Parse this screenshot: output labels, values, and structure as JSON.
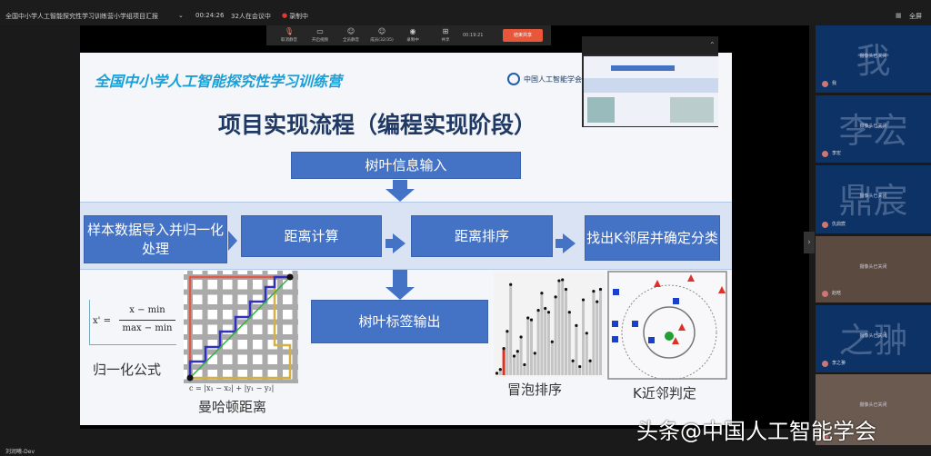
{
  "topbar": {
    "meeting_title": "全国中小学人工智能探究性学习训练营小学组项目汇报",
    "duration": "00:24:26",
    "participants": "32人在会议中",
    "recording": "录制中",
    "fullscreen": "全屏"
  },
  "toolbar": {
    "items": [
      {
        "label": "取消静音",
        "icon": "mic-icon"
      },
      {
        "label": "开启视频",
        "icon": "camera-icon"
      },
      {
        "label": "全员静音",
        "icon": "mute-all-icon"
      },
      {
        "label": "成员(32/35)",
        "icon": "members-icon"
      },
      {
        "label": "录制中",
        "icon": "record-icon"
      },
      {
        "label": "共享",
        "icon": "share-screen-icon"
      }
    ],
    "share_timer": "00:19:21",
    "end_share": "结束共享"
  },
  "slide": {
    "header": "全国中小学人工智能探究性学习训练营",
    "logo_text": "中国人工智能学会",
    "title": "项目实现流程（编程实现阶段）",
    "boxes": {
      "input": "树叶信息输入",
      "normalize": "样本数据导入并归一化处理",
      "distance": "距离计算",
      "sort": "距离排序",
      "knn": "找出K邻居并确定分类",
      "output": "树叶标签输出"
    },
    "formula": {
      "lhs": "x' =",
      "num": "x − min",
      "den": "max − min"
    },
    "captions": {
      "normalize": "归一化公式",
      "manhattan_formula": "c = |x₁ − x₂| + |y₁ − y₂|",
      "manhattan": "曼哈顿距离",
      "bubble": "冒泡排序",
      "knn": "K近邻判定"
    },
    "colors": {
      "box": "#4472c4",
      "band": "#dae3f3",
      "header": "#19a0d8",
      "title": "#1f3864"
    }
  },
  "participants": [
    {
      "big": "我",
      "name": "我",
      "status": "摄像头已关闭"
    },
    {
      "big": "李宏",
      "name": "李宏",
      "status": "摄像头已关闭"
    },
    {
      "big": "鼎宸",
      "name": "仇鼎宸",
      "status": "摄像头已关闭"
    },
    {
      "big": "",
      "name": "赵晗",
      "status": "摄像头已关闭"
    },
    {
      "big": "之翀",
      "name": "李之翀",
      "status": "摄像头已关闭"
    },
    {
      "big": "",
      "name": "",
      "status": "摄像头已关闭"
    }
  ],
  "presenter": "刘润曦-Dev",
  "watermark": "头条@中国人工智能学会"
}
